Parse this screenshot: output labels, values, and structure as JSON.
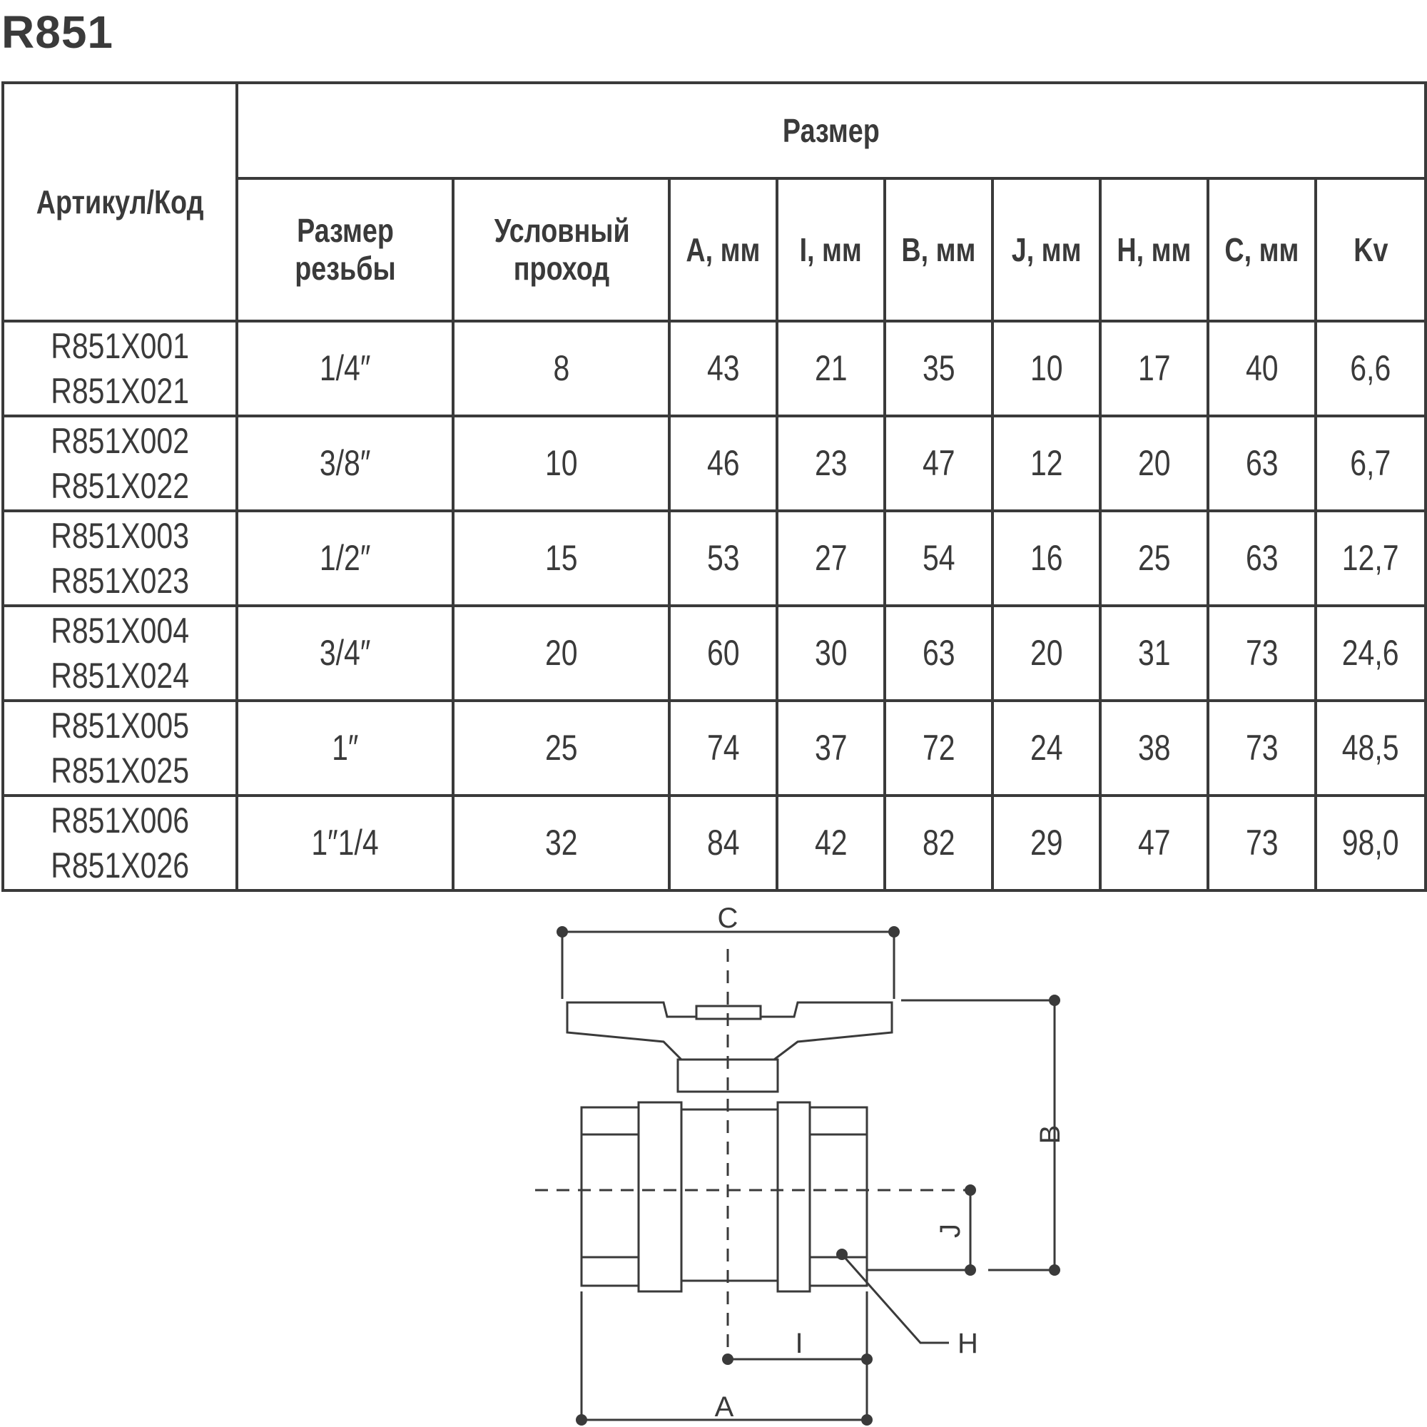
{
  "title": "R851",
  "table": {
    "header_article": "Артикул/Код",
    "header_group": "Размер",
    "columns": [
      "Размер резьбы",
      "Условный проход",
      "A, мм",
      "I, мм",
      "B, мм",
      "J, мм",
      "H, мм",
      "C, мм",
      "Kv"
    ],
    "rows": [
      {
        "codes": [
          "R851X001",
          "R851X021"
        ],
        "cells": [
          "1/4″",
          "8",
          "43",
          "21",
          "35",
          "10",
          "17",
          "40",
          "6,6"
        ]
      },
      {
        "codes": [
          "R851X002",
          "R851X022"
        ],
        "cells": [
          "3/8″",
          "10",
          "46",
          "23",
          "47",
          "12",
          "20",
          "63",
          "6,7"
        ]
      },
      {
        "codes": [
          "R851X003",
          "R851X023"
        ],
        "cells": [
          "1/2″",
          "15",
          "53",
          "27",
          "54",
          "16",
          "25",
          "63",
          "12,7"
        ]
      },
      {
        "codes": [
          "R851X004",
          "R851X024"
        ],
        "cells": [
          "3/4″",
          "20",
          "60",
          "30",
          "63",
          "20",
          "31",
          "73",
          "24,6"
        ]
      },
      {
        "codes": [
          "R851X005",
          "R851X025"
        ],
        "cells": [
          "1″",
          "25",
          "74",
          "37",
          "72",
          "24",
          "38",
          "73",
          "48,5"
        ]
      },
      {
        "codes": [
          "R851X006",
          "R851X026"
        ],
        "cells": [
          "1″1/4",
          "32",
          "84",
          "42",
          "82",
          "29",
          "47",
          "73",
          "98,0"
        ]
      }
    ]
  },
  "drawing": {
    "labels": {
      "c": "C",
      "b": "B",
      "j": "J",
      "h": "H",
      "i": "I",
      "a": "A"
    }
  }
}
